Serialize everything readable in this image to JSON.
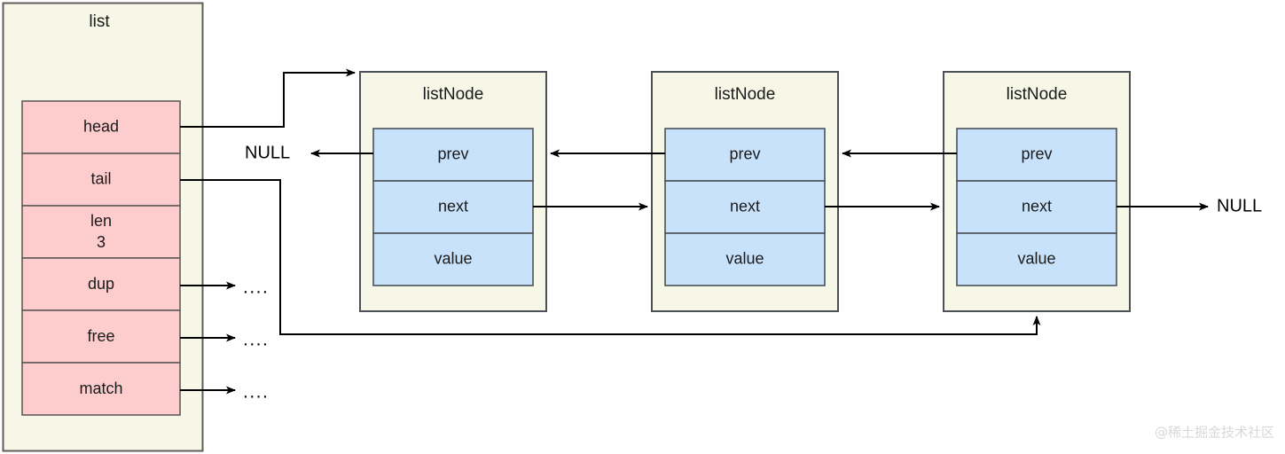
{
  "diagram": {
    "title_note": "Doubly linked list structure diagram",
    "colors": {
      "cream_fill": "#F7F7E8",
      "pink_fill": "#FDCDCD",
      "blue_fill": "#C9E2FB",
      "border": "#635B5B",
      "node_border": "#4A5258",
      "line": "#000000",
      "watermark": "#D8D8D8",
      "page_bg": "#FFFFFF"
    }
  },
  "list_struct": {
    "title": "list",
    "fields": [
      {
        "label": "head",
        "value": ""
      },
      {
        "label": "tail",
        "value": ""
      },
      {
        "label": "len",
        "value": "3"
      },
      {
        "label": "dup",
        "value": ""
      },
      {
        "label": "free",
        "value": ""
      },
      {
        "label": "match",
        "value": ""
      }
    ]
  },
  "nodes": [
    {
      "title": "listNode",
      "fields": [
        {
          "label": "prev"
        },
        {
          "label": "next"
        },
        {
          "label": "value"
        }
      ]
    },
    {
      "title": "listNode",
      "fields": [
        {
          "label": "prev"
        },
        {
          "label": "next"
        },
        {
          "label": "value"
        }
      ]
    },
    {
      "title": "listNode",
      "fields": [
        {
          "label": "prev"
        },
        {
          "label": "next"
        },
        {
          "label": "value"
        }
      ]
    }
  ],
  "annotations": {
    "null_left": "NULL",
    "null_right": "NULL",
    "dots_dup": "....",
    "dots_free": "....",
    "dots_match": "...."
  },
  "watermark": {
    "text": "@稀土掘金技术社区"
  }
}
